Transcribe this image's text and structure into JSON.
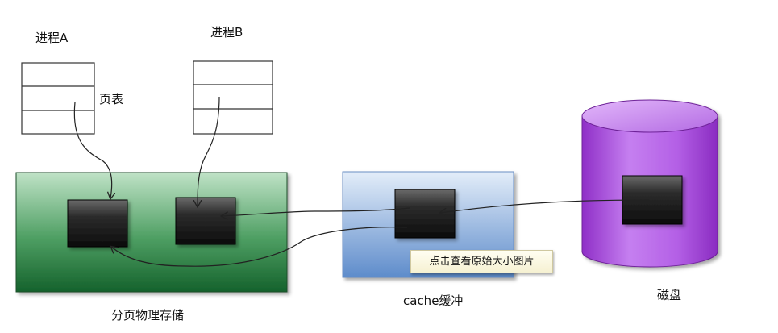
{
  "labels": {
    "process_a": "进程A",
    "process_b": "进程B",
    "page_table": "页表",
    "paged_physical_storage": "分页物理存储",
    "cache_buffer": "cache缓冲",
    "disk": "磁盘"
  },
  "tooltip": {
    "text": "点击查看原始大小图片"
  },
  "colors": {
    "physical_storage_green": "#237a3f",
    "cache_blue": "#7fa6d9",
    "disk_purple": "#a94fd6",
    "page_block_dark": "#202020"
  }
}
